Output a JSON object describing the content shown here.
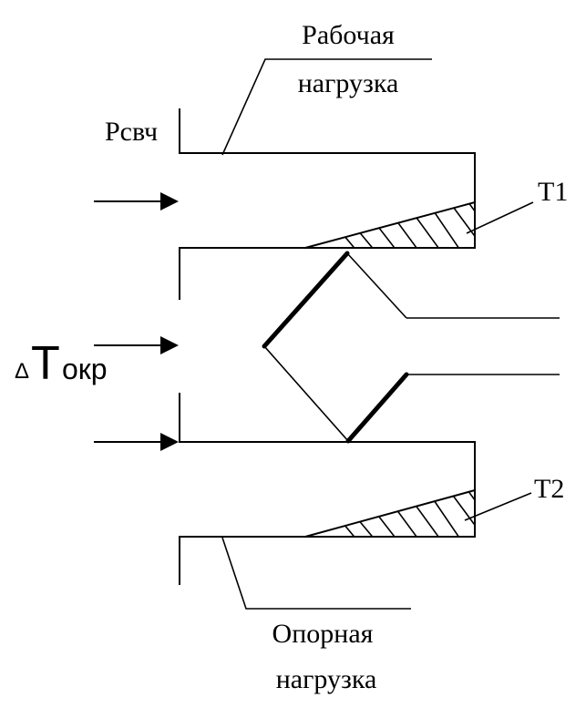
{
  "labels": {
    "working_load_line1": "Рабочая",
    "working_load_line2": "нагрузка",
    "p_microwave": "Рсвч",
    "t1": "T1",
    "t2": "T2",
    "delta_symbol": "Δ",
    "t_ambient_main": "T",
    "t_ambient_sub": "окр",
    "reference_load_line1": "Опорная",
    "reference_load_line2": "нагрузка"
  }
}
